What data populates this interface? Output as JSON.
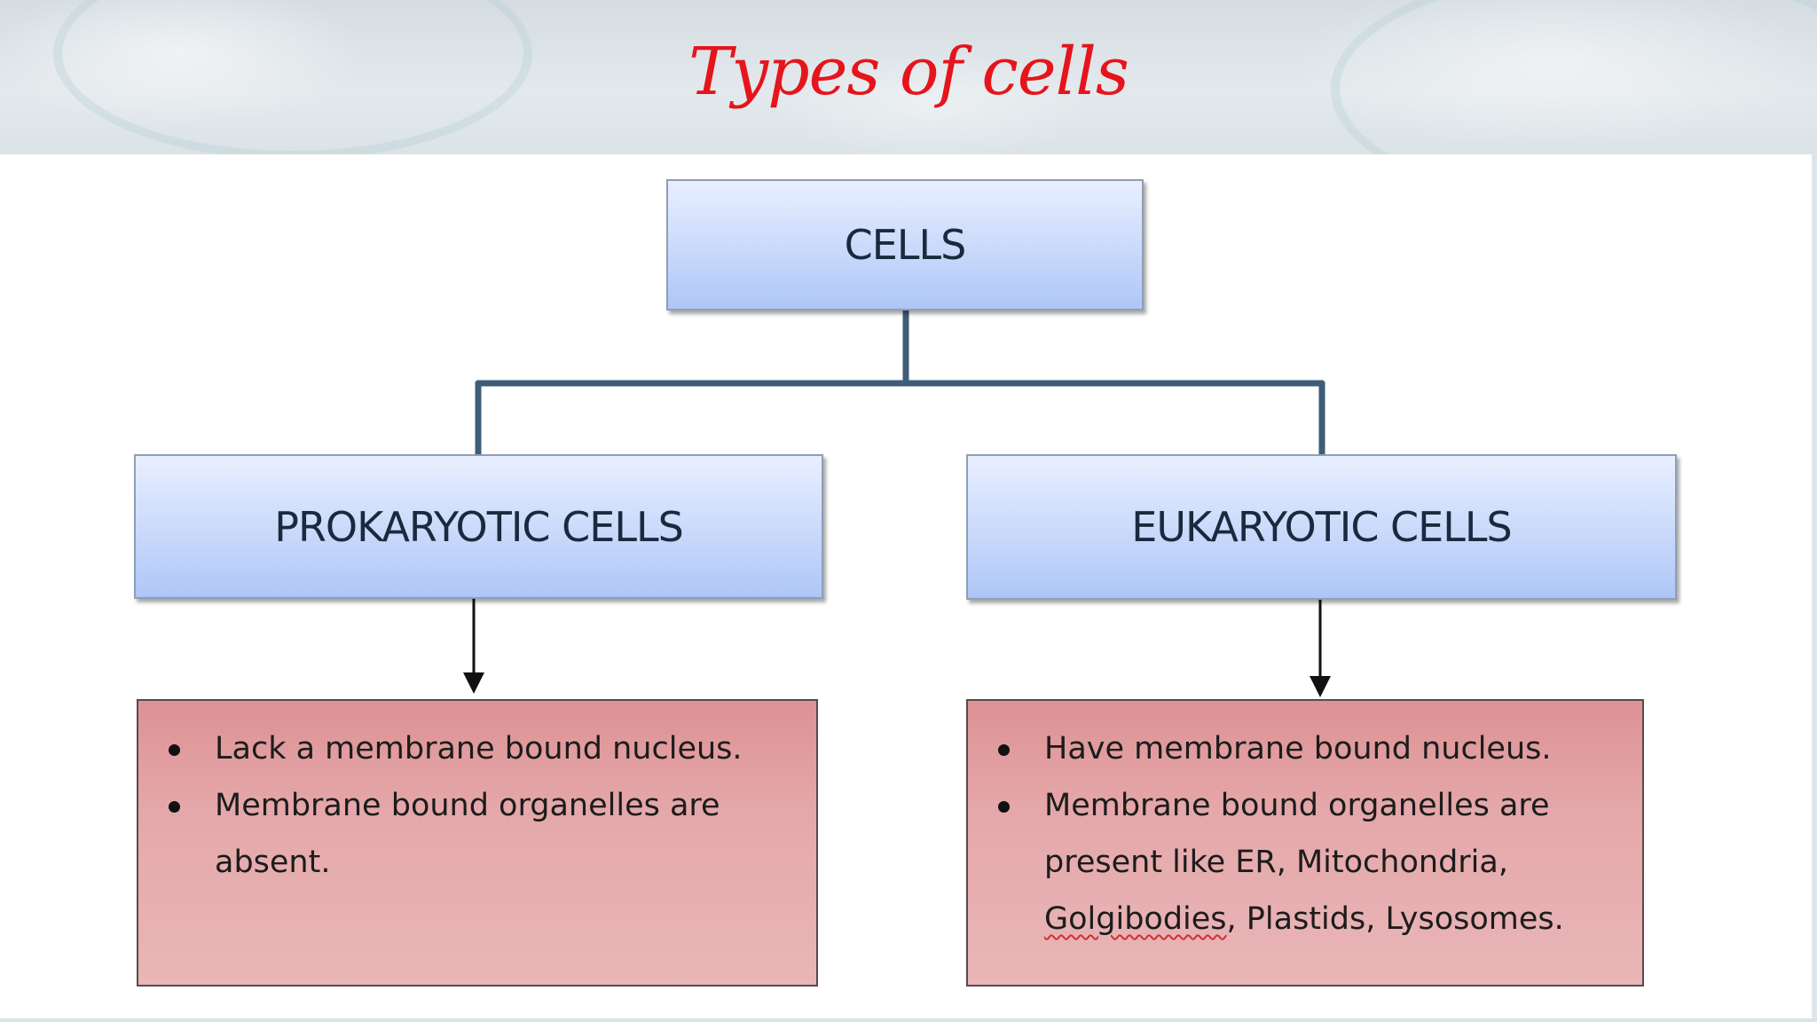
{
  "title": "Types of cells",
  "root": {
    "label": "CELLS"
  },
  "branches": [
    {
      "label": "PROKARYOTIC CELLS",
      "points": [
        "Lack a membrane bound nucleus.",
        "Membrane bound organelles are absent."
      ]
    },
    {
      "label": "EUKARYOTIC CELLS",
      "points": [
        "Have membrane bound nucleus.",
        "Membrane bound organelles are present like ER, Mitochondria, ",
        "Golgibodies",
        ", Plastids, Lysosomes."
      ]
    }
  ],
  "colors": {
    "title": "#e6141c",
    "connector": "#3f5d78",
    "node_fill": "#c9d9fb",
    "detail_fill": "#e5a8aa"
  }
}
